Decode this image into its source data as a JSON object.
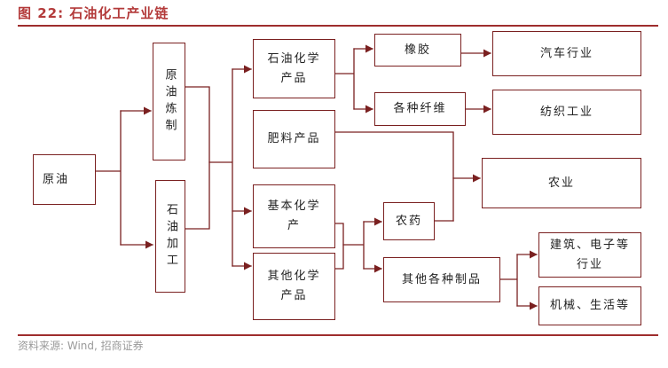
{
  "header": {
    "title": "图 22: 石油化工产业链"
  },
  "footer": {
    "source": "资料来源: Wind, 招商证券"
  },
  "nodes": {
    "crude_oil": "原油",
    "refining": "原油炼制",
    "processing": "石油加工",
    "petro_products": "石油化学产品",
    "fertilizer_products": "肥料产品",
    "basic_chem": "基本化学产",
    "other_chem": "其他化学产品",
    "rubber": "橡胶",
    "fibers": "各种纤维",
    "pesticide": "农药",
    "other_products": "其他各种制品",
    "auto": "汽车行业",
    "textile": "纺织工业",
    "agriculture": "农业",
    "construction_electronics": "建筑、电子等行业",
    "machinery_life": "机械、生活等"
  }
}
